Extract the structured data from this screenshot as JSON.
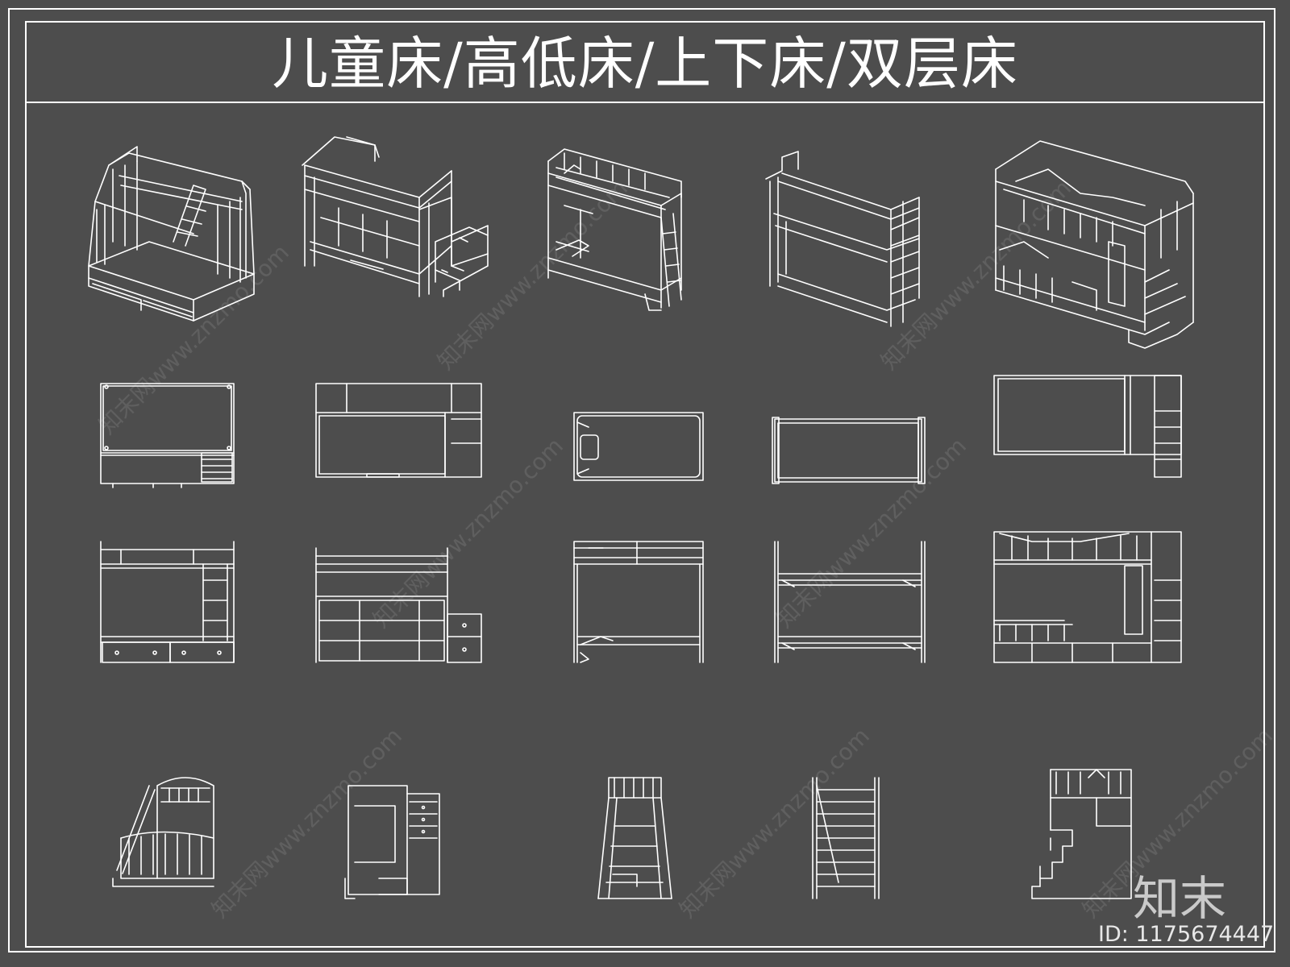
{
  "title": "儿童床/高低床/上下床/双层床",
  "brand": {
    "logo": "知末",
    "id_label": "ID: 1175674447",
    "watermark": "知末网www.znzmo.com"
  },
  "colors": {
    "background": "#4d4d4d",
    "line": "#ffffff"
  },
  "views": {
    "isometric": [
      "bed-1",
      "bed-2",
      "bed-3",
      "bed-4",
      "bed-5"
    ],
    "plan": [
      "bed-1",
      "bed-2",
      "bed-3",
      "bed-4",
      "bed-5"
    ],
    "front": [
      "bed-1",
      "bed-2",
      "bed-3",
      "bed-4",
      "bed-5"
    ],
    "side": [
      "bed-1",
      "bed-2",
      "bed-3",
      "bed-4",
      "bed-5"
    ]
  }
}
